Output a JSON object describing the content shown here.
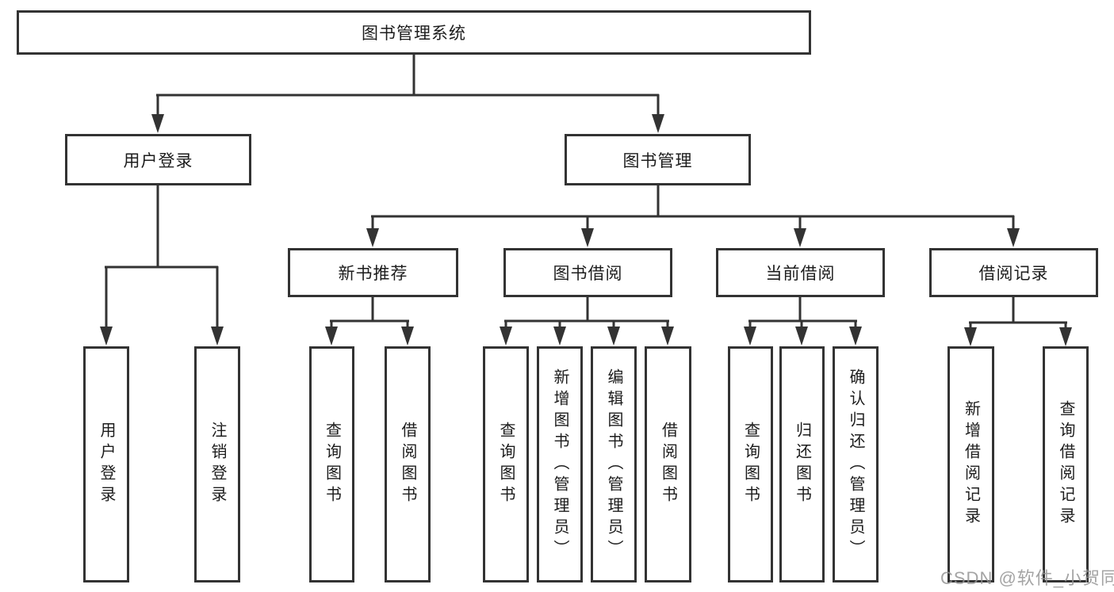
{
  "diagram": {
    "root_label": "图书管理系统",
    "level2": [
      {
        "label": "用户登录",
        "children": [
          "用户登录",
          "注销登录"
        ]
      },
      {
        "label": "图书管理",
        "groups": [
          {
            "label": "新书推荐",
            "children": [
              "查询图书",
              "借阅图书"
            ]
          },
          {
            "label": "图书借阅",
            "children": [
              "查询图书",
              "新增图书（管理员）",
              "编辑图书（管理员）",
              "借阅图书"
            ]
          },
          {
            "label": "当前借阅",
            "children": [
              "查询图书",
              "归还图书",
              "确认归还（管理员）"
            ]
          },
          {
            "label": "借阅记录",
            "children": [
              "新增借阅记录",
              "查询借阅记录"
            ]
          }
        ]
      }
    ],
    "colors": {
      "line": "#333333",
      "text": "#1c1c1c",
      "watermark": "#949494"
    },
    "watermark": "CSDN @软件_小贺同学"
  }
}
